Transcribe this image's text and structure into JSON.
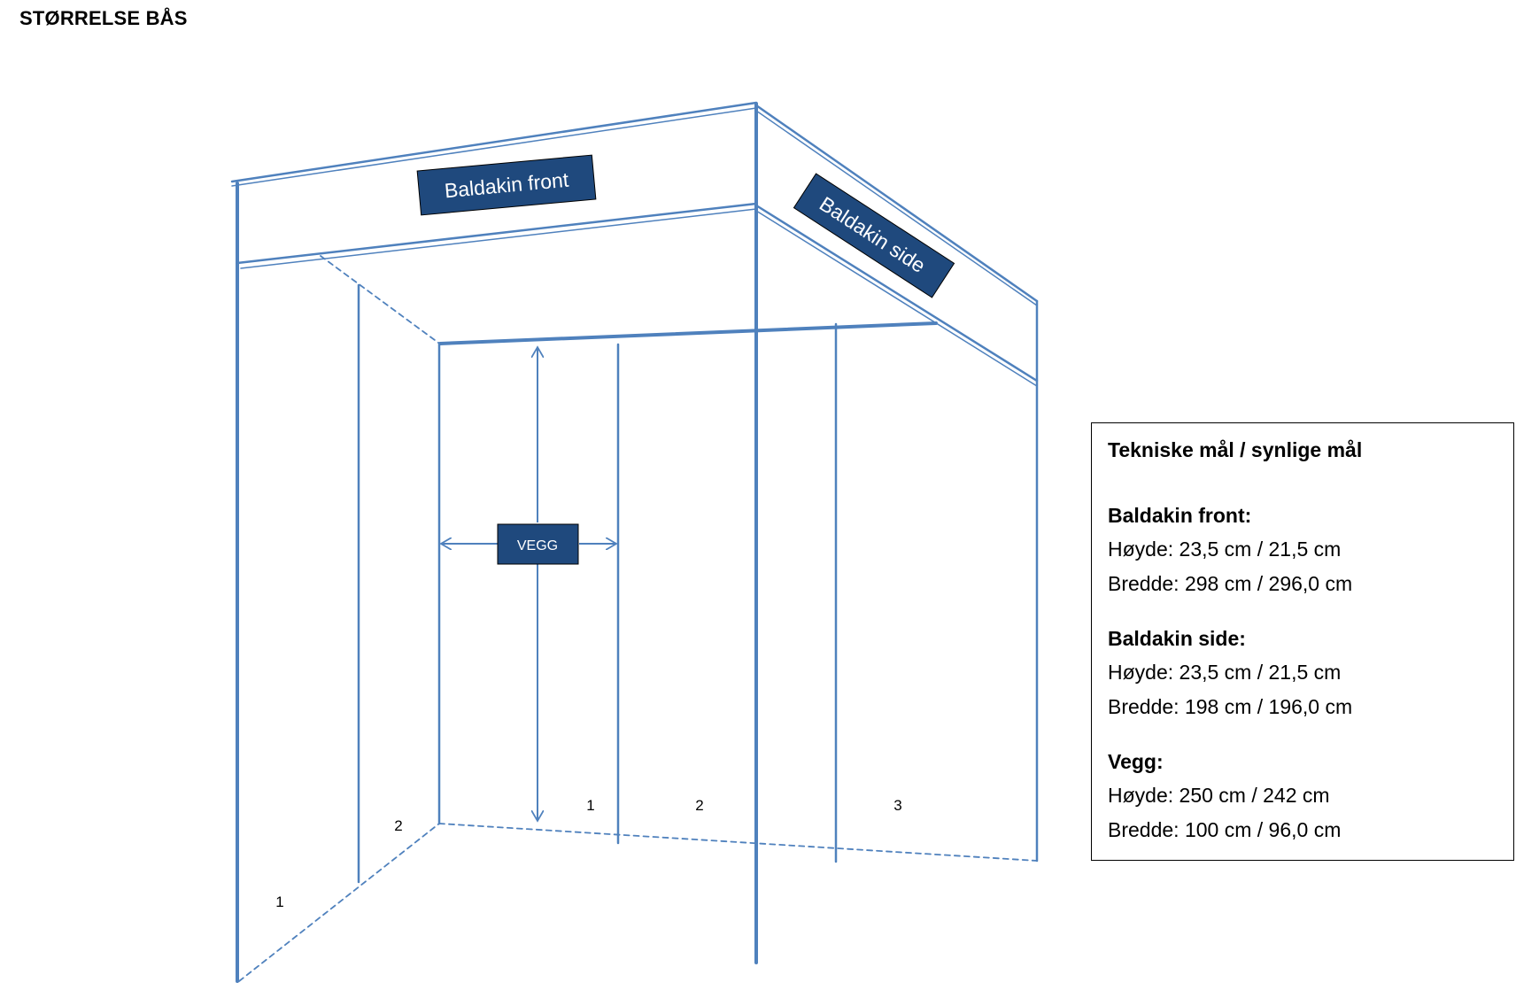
{
  "page_title": "STØRRELSE BÅS",
  "diagram": {
    "labels": {
      "baldakin_front": "Baldakin front",
      "baldakin_side": "Baldakin side",
      "vegg": "VEGG"
    },
    "panel_numbers": {
      "left_1": "1",
      "left_2": "2",
      "back_1": "1",
      "back_2": "2",
      "back_3": "3"
    },
    "colors": {
      "line": "#4f81bd",
      "label_fill": "#1f497d",
      "label_border": "#000000",
      "label_text": "#ffffff"
    }
  },
  "info": {
    "title": "Tekniske mål / synlige mål",
    "sections": [
      {
        "heading": "Baldakin front:",
        "lines": [
          "Høyde: 23,5 cm / 21,5 cm",
          "Bredde: 298 cm / 296,0 cm"
        ]
      },
      {
        "heading": "Baldakin side:",
        "lines": [
          "Høyde: 23,5 cm / 21,5 cm",
          "Bredde: 198 cm / 196,0 cm"
        ]
      },
      {
        "heading": "Vegg:",
        "lines": [
          "Høyde: 250 cm / 242 cm",
          "Bredde: 100 cm / 96,0 cm"
        ]
      }
    ]
  }
}
